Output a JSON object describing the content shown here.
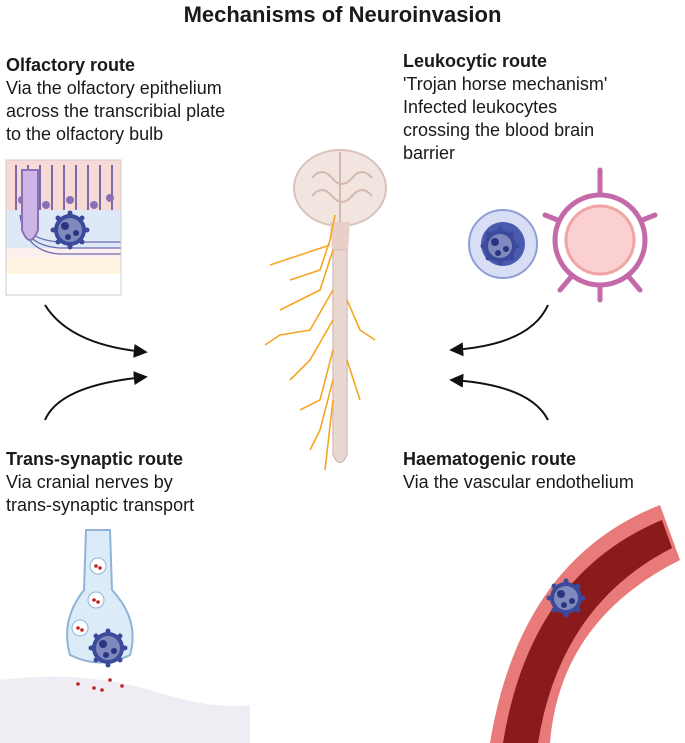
{
  "title": "Mechanisms of Neuroinvasion",
  "routes": {
    "olfactory": {
      "heading": "Olfactory route",
      "lines": [
        "Via the olfactory epithelium",
        "across the transcribial plate",
        "to the olfactory bulb"
      ]
    },
    "leukocytic": {
      "heading": "Leukocytic route",
      "lines": [
        "'Trojan horse mechanism'",
        "Infected leukocytes",
        "crossing the blood brain",
        "barrier"
      ]
    },
    "trans_synaptic": {
      "heading": "Trans-synaptic route",
      "lines": [
        "Via cranial nerves by",
        "trans-synaptic transport"
      ]
    },
    "haematogenic": {
      "heading": "Haematogenic route",
      "lines": [
        "Via the vascular endothelium"
      ]
    }
  },
  "colors": {
    "nerve": "#f5a623",
    "vessel_red": "#8b1a1a",
    "vessel_wall": "#e87a7a",
    "virus": "#3b4a9a",
    "pericyte": "#c46aa8"
  }
}
